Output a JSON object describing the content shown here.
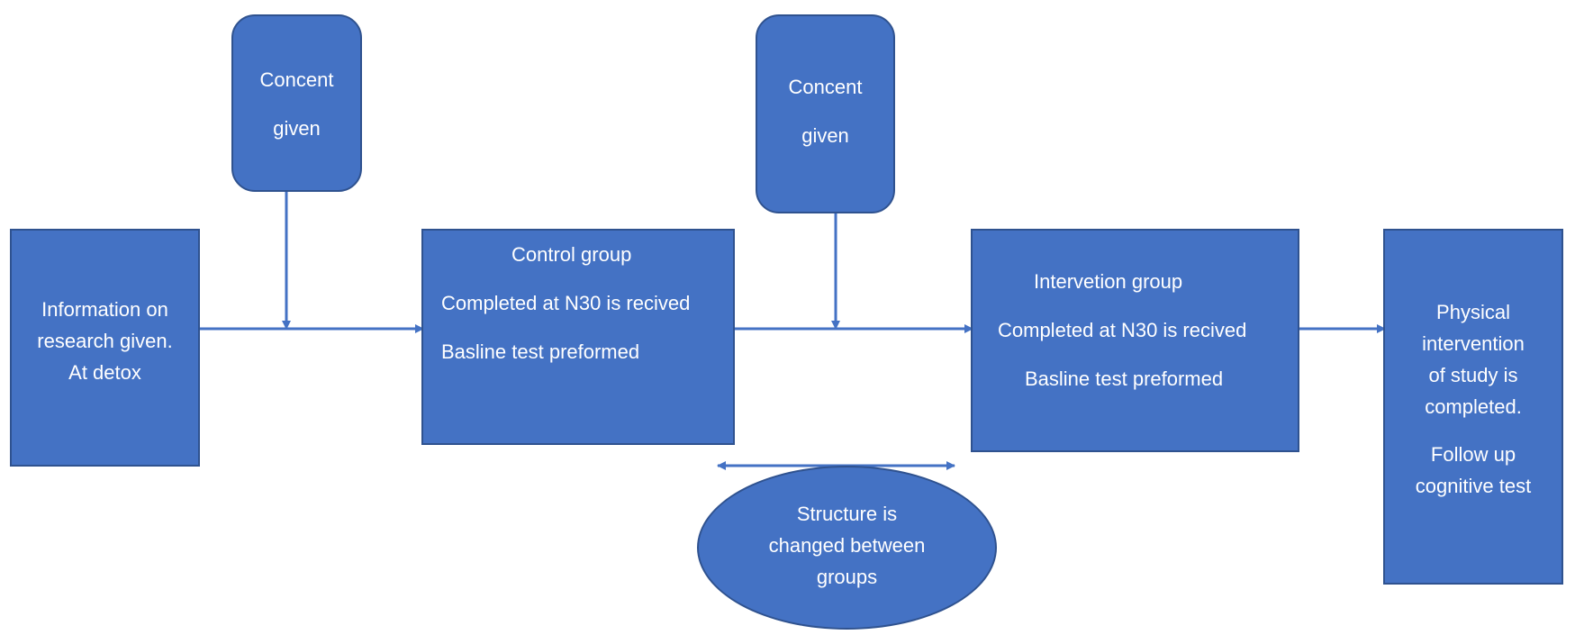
{
  "diagram": {
    "colors": {
      "fill": "#4472C4",
      "border": "#2F528F",
      "text": "#FFFFFF",
      "connector": "#4472C4"
    },
    "consent_top_left": {
      "line1": "Concent",
      "line2": "given"
    },
    "consent_top_middle": {
      "line1": "Concent",
      "line2": "given"
    },
    "info_box": {
      "line1": "Information on",
      "line2": "research given.",
      "line3": "At detox"
    },
    "control_group": {
      "title": "Control group",
      "line1": "Completed at N30 is recived",
      "line2": "Basline test preformed"
    },
    "intervention_group": {
      "title": "Intervetion group",
      "line1": "Completed at N30 is recived",
      "line2": "Basline test preformed"
    },
    "final_box": {
      "line1": "Physical",
      "line2": "intervention",
      "line3": "of study is",
      "line4": "completed.",
      "line5": "Follow up",
      "line6": "cognitive test"
    },
    "structure_note": {
      "line1": "Structure is",
      "line2": "changed between",
      "line3": "groups"
    }
  }
}
